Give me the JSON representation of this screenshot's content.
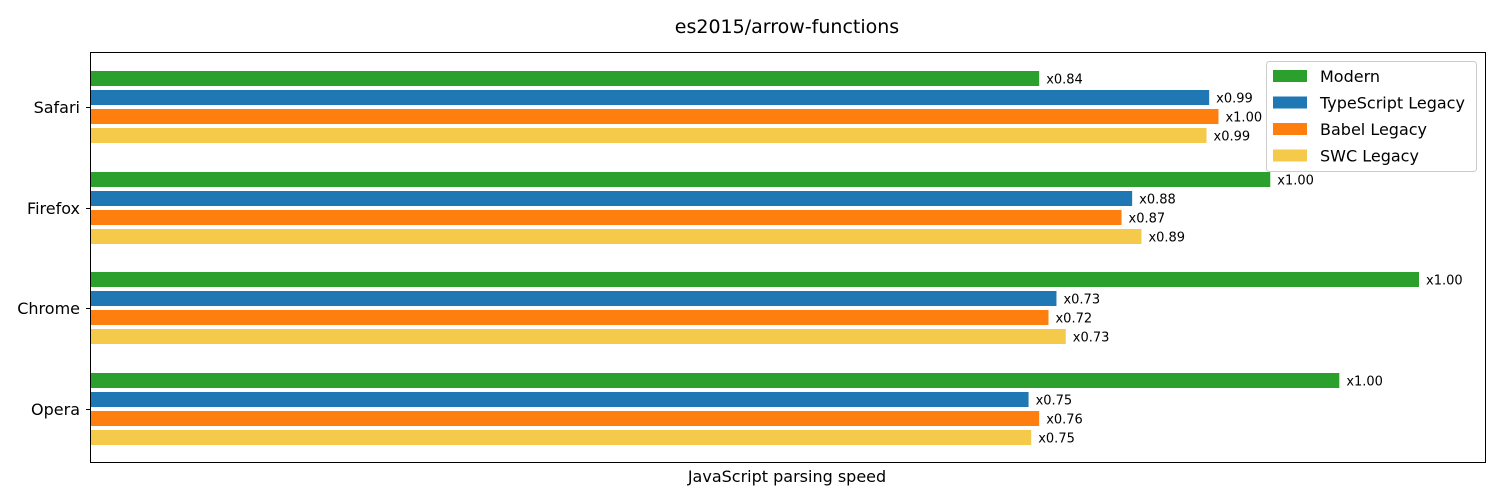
{
  "chart_data": {
    "type": "bar",
    "orientation": "horizontal",
    "title": "es2015/arrow-functions",
    "xlabel": "JavaScript parsing speed",
    "ylabel": "",
    "categories": [
      "Safari",
      "Firefox",
      "Chrome",
      "Opera"
    ],
    "series": [
      {
        "name": "Modern",
        "color": "#2ca02c",
        "values": [
          0.84,
          1.0,
          1.0,
          1.0
        ],
        "labels": [
          "x0.84",
          "x1.00",
          "x1.00",
          "x1.00"
        ],
        "lengths": [
          0.714,
          0.888,
          1.0,
          0.94
        ]
      },
      {
        "name": "TypeScript Legacy",
        "color": "#1f77b4",
        "values": [
          0.99,
          0.88,
          0.73,
          0.75
        ],
        "labels": [
          "x0.99",
          "x0.88",
          "x0.73",
          "x0.75"
        ],
        "lengths": [
          0.842,
          0.784,
          0.727,
          0.706
        ]
      },
      {
        "name": "Babel Legacy",
        "color": "#ff7f0e",
        "values": [
          1.0,
          0.87,
          0.72,
          0.76
        ],
        "labels": [
          "x1.00",
          "x0.87",
          "x0.72",
          "x0.76"
        ],
        "lengths": [
          0.849,
          0.776,
          0.721,
          0.714
        ]
      },
      {
        "name": "SWC Legacy",
        "color": "#f5c94a",
        "values": [
          0.99,
          0.89,
          0.73,
          0.75
        ],
        "labels": [
          "x0.99",
          "x0.89",
          "x0.73",
          "x0.75"
        ],
        "lengths": [
          0.84,
          0.791,
          0.734,
          0.708
        ]
      }
    ],
    "xticks": "none",
    "grid": false,
    "legend": "top-right"
  }
}
